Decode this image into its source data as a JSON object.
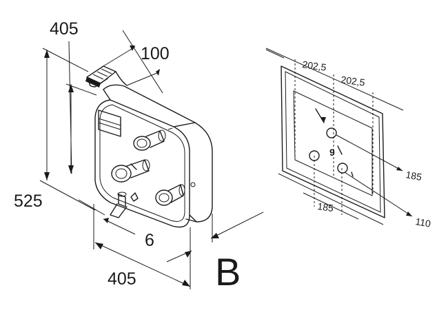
{
  "heater": {
    "dim_top_width": "405",
    "dim_handle": "100",
    "dim_height": "525",
    "dim_side": "6",
    "dim_bottom_width": "405",
    "variant_letter": "B"
  },
  "mounting_plate": {
    "dim_left_span": "202,5",
    "dim_right_span": "202,5",
    "dim_right_vertical": "185",
    "dim_bottom": "185",
    "dim_far_right": "110"
  }
}
